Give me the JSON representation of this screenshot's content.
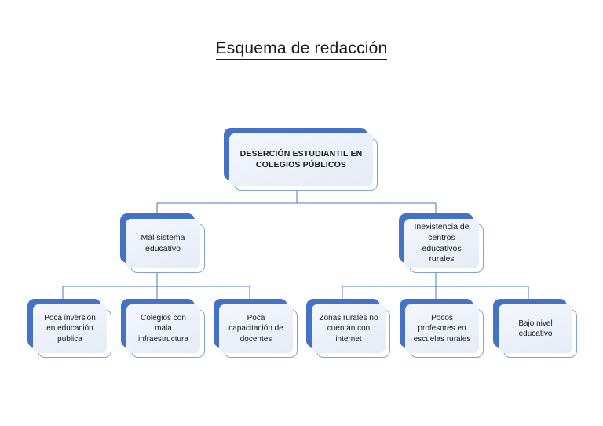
{
  "title": {
    "text": "Esquema de redacción"
  },
  "colors": {
    "shadow_blue": "#4472C4",
    "outline_blue": "#7FA0DB",
    "face_fill": "#EDF1F9",
    "connector": "#4E76BE",
    "text": "#1A1A1A"
  },
  "diagram": {
    "type": "tree",
    "root": {
      "label": "DESERCIÓN ESTUDIANTIL EN COLEGIOS PÚBLICOS"
    },
    "level2": [
      {
        "label": "Mal sistema educativo"
      },
      {
        "label": "Inexistencia de centros educativos rurales"
      }
    ],
    "level3": [
      {
        "label": "Poca inversión en educación publica",
        "parent": 0
      },
      {
        "label": "Colegios con mala infraestructura",
        "parent": 0
      },
      {
        "label": "Poca capacitación de docentes",
        "parent": 0
      },
      {
        "label": "Zonas rurales no cuentan con internet",
        "parent": 1
      },
      {
        "label": "Pocos profesores en escuelas rurales",
        "parent": 1
      },
      {
        "label": "Bajo nivel educativo",
        "parent": 1
      }
    ]
  }
}
